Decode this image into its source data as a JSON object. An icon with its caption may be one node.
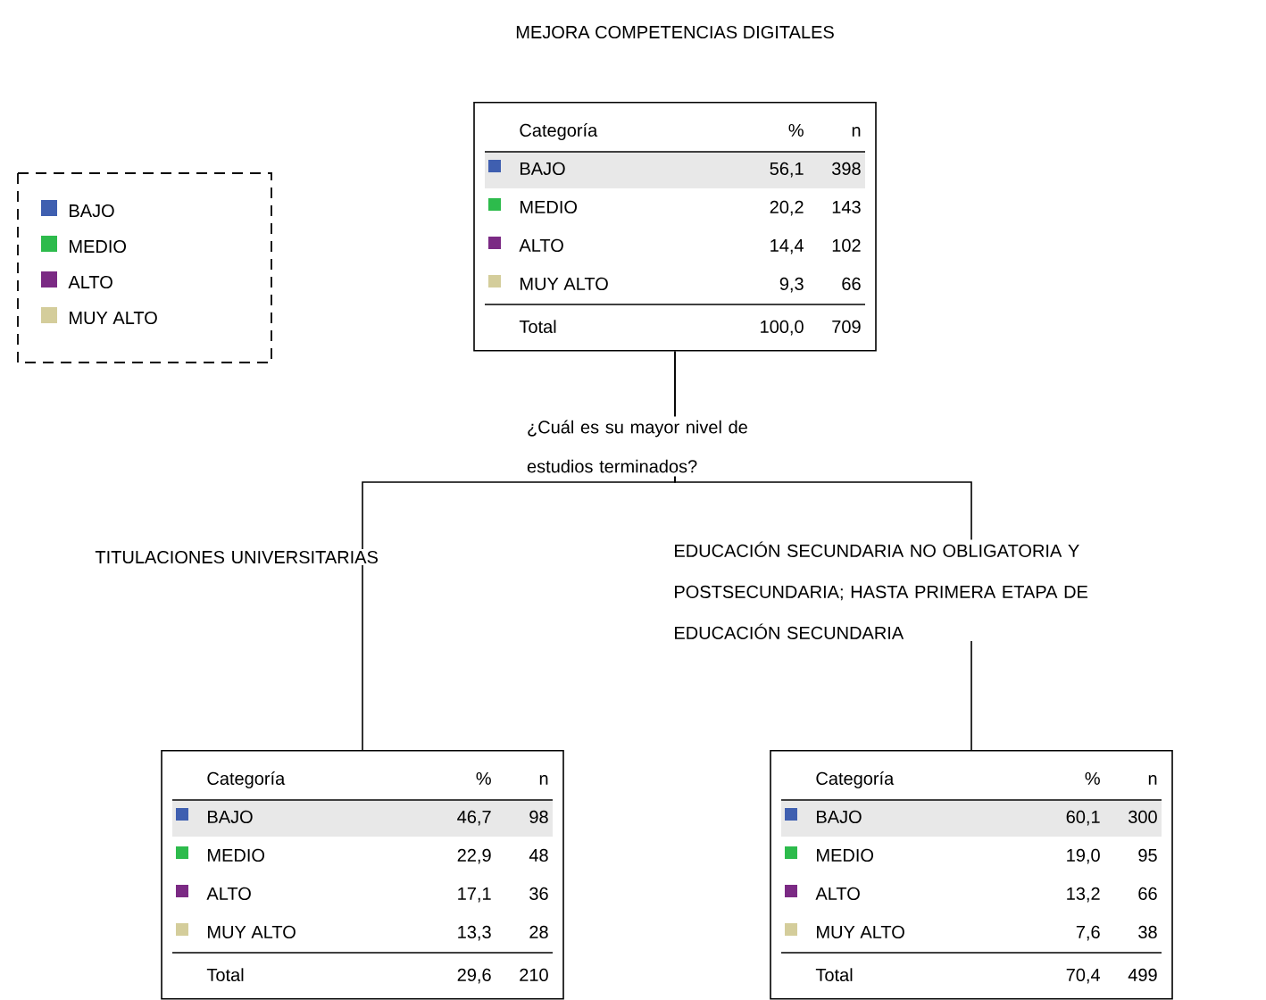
{
  "diagram": {
    "title": "MEJORA COMPETENCIAS DIGITALES",
    "nodes": [
      {
        "text": [
          "Categoría",
          "%",
          "n",
          "BAJO",
          "56,1",
          "398",
          "MEDIO",
          "20,2",
          "143",
          "ALTO",
          "14,4",
          "102",
          "MUY ALTO",
          "9,3",
          "66",
          "Total",
          "100,0",
          "709"
        ]
      },
      {
        "text": [
          "Categoría",
          "%",
          "n",
          "BAJO",
          "46,7",
          "98",
          "MEDIO",
          "22,9",
          "48",
          "ALTO",
          "17,1",
          "36",
          "MUY ALTO",
          "13,3",
          "28",
          "Total",
          "29,6",
          "210"
        ]
      },
      {
        "text": [
          "Categoría",
          "%",
          "n",
          "BAJO",
          "60,1",
          "300",
          "MEDIO",
          "19,0",
          "95",
          "ALTO",
          "13,2",
          "66",
          "MUY ALTO",
          "7,6",
          "38",
          "Total",
          "70,4",
          "499"
        ]
      }
    ],
    "edges": [
      {
        "from": 0,
        "to": 1,
        "arrow": "none",
        "label": "TITULACIONES UNIVERSITARIAS"
      },
      {
        "from": 0,
        "to": 2,
        "arrow": "none",
        "label": "EDUCACIÓN SECUNDARIA NO OBLIGATORIA Y POSTSECUNDARIA; HASTA PRIMERA ETAPA DE EDUCACIÓN SECUNDARIA"
      }
    ],
    "labels": [
      "¿Cuál es su mayor nivel de estudios terminados?"
    ],
    "legend": [
      {
        "text": "BAJO",
        "color": "#3f5fb0"
      },
      {
        "text": "MEDIO",
        "color": "#2dbb4c"
      },
      {
        "text": "ALTO",
        "color": "#7b2a84"
      },
      {
        "text": "MUY ALTO",
        "color": "#d4cd9b"
      }
    ]
  }
}
